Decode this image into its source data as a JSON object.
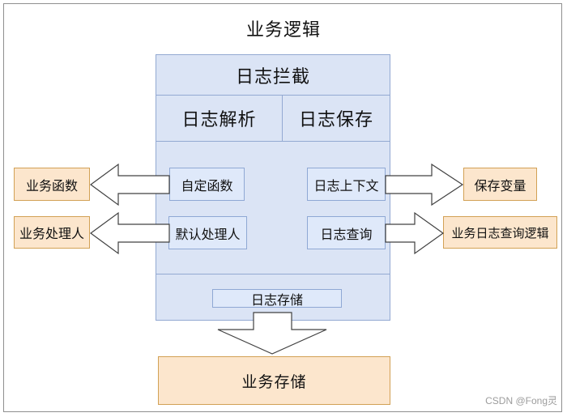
{
  "title": "业务逻辑",
  "container": {
    "header": "日志拦截",
    "columns": [
      "日志解析",
      "日志保存"
    ],
    "inner_boxes": [
      "自定函数",
      "日志上下文",
      "默认处理人",
      "日志查询"
    ],
    "storage": "日志存储"
  },
  "left_boxes": [
    "业务函数",
    "业务处理人"
  ],
  "right_boxes": [
    "保存变量",
    "业务日志查询逻辑"
  ],
  "bottom_box": "业务存储",
  "watermark": "CSDN @Fong灵",
  "arrow_icons": [
    "left-block-arrow",
    "left-block-arrow",
    "right-block-arrow",
    "right-block-arrow",
    "down-block-arrow"
  ],
  "colors": {
    "blue_fill": "#dbe4f5",
    "blue_border": "#93a9d2",
    "inner_box_fill": "#dfe9fa",
    "inner_box_border": "#8fa8d4",
    "orange_fill": "#fce6cd",
    "orange_border": "#d2a155",
    "arrow_fill": "#ffffff",
    "arrow_stroke": "#404040",
    "frame_border": "#8f8f8f",
    "watermark_color": "#9c9c9c",
    "text_color": "#111111"
  }
}
